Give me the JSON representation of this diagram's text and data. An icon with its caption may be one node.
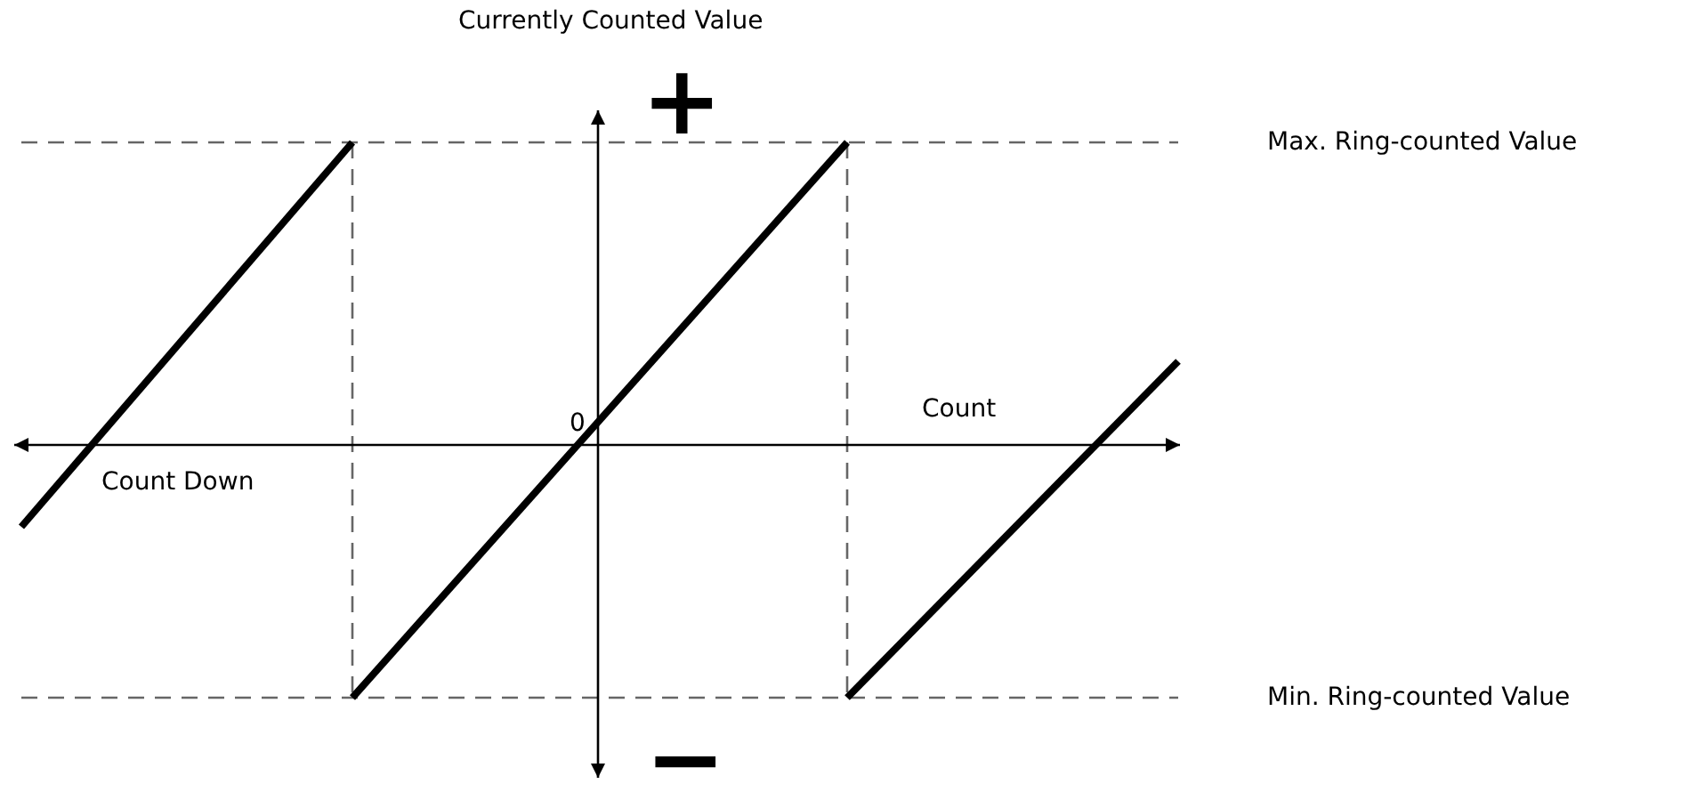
{
  "diagram": {
    "labels": [
      "Currently Counted Value",
      "+",
      "Max. Ring-counted Value",
      "0",
      "Count",
      "Count Down",
      "Min. Ring-counted Value",
      "−"
    ]
  }
}
